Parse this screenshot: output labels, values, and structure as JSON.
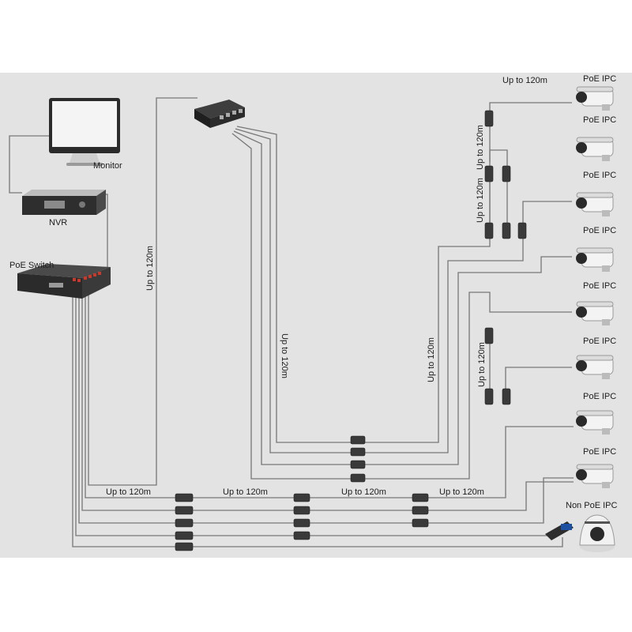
{
  "devices": {
    "monitor": "Monitor",
    "nvr": "NVR",
    "switch": "PoE Switch",
    "non_poe_camera": "Non PoE IPC"
  },
  "camera_label": "PoE IPC",
  "distance_label": "Up to 120m",
  "colors": {
    "background": "#e3e3e3",
    "cable": "#6b6b6b",
    "device_dark": "#2e2e2e"
  }
}
